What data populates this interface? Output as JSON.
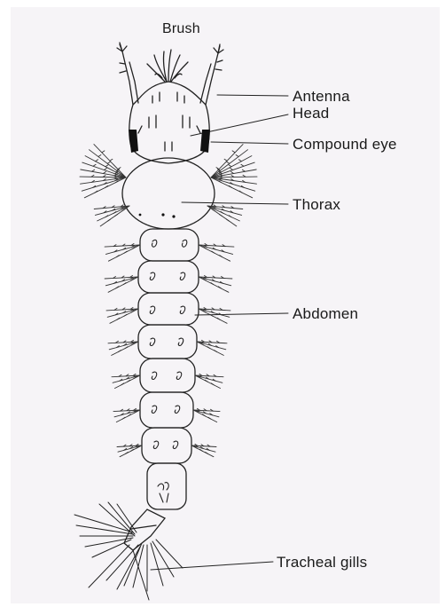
{
  "labels": {
    "brush": "Brush",
    "antenna": "Antenna",
    "head": "Head",
    "compound_eye": "Compound eye",
    "thorax": "Thorax",
    "abdomen": "Abdomen",
    "tracheal_gills": "Tracheal gills"
  },
  "colors": {
    "background": "#f6f4f7",
    "ink": "#1a1a1a"
  }
}
